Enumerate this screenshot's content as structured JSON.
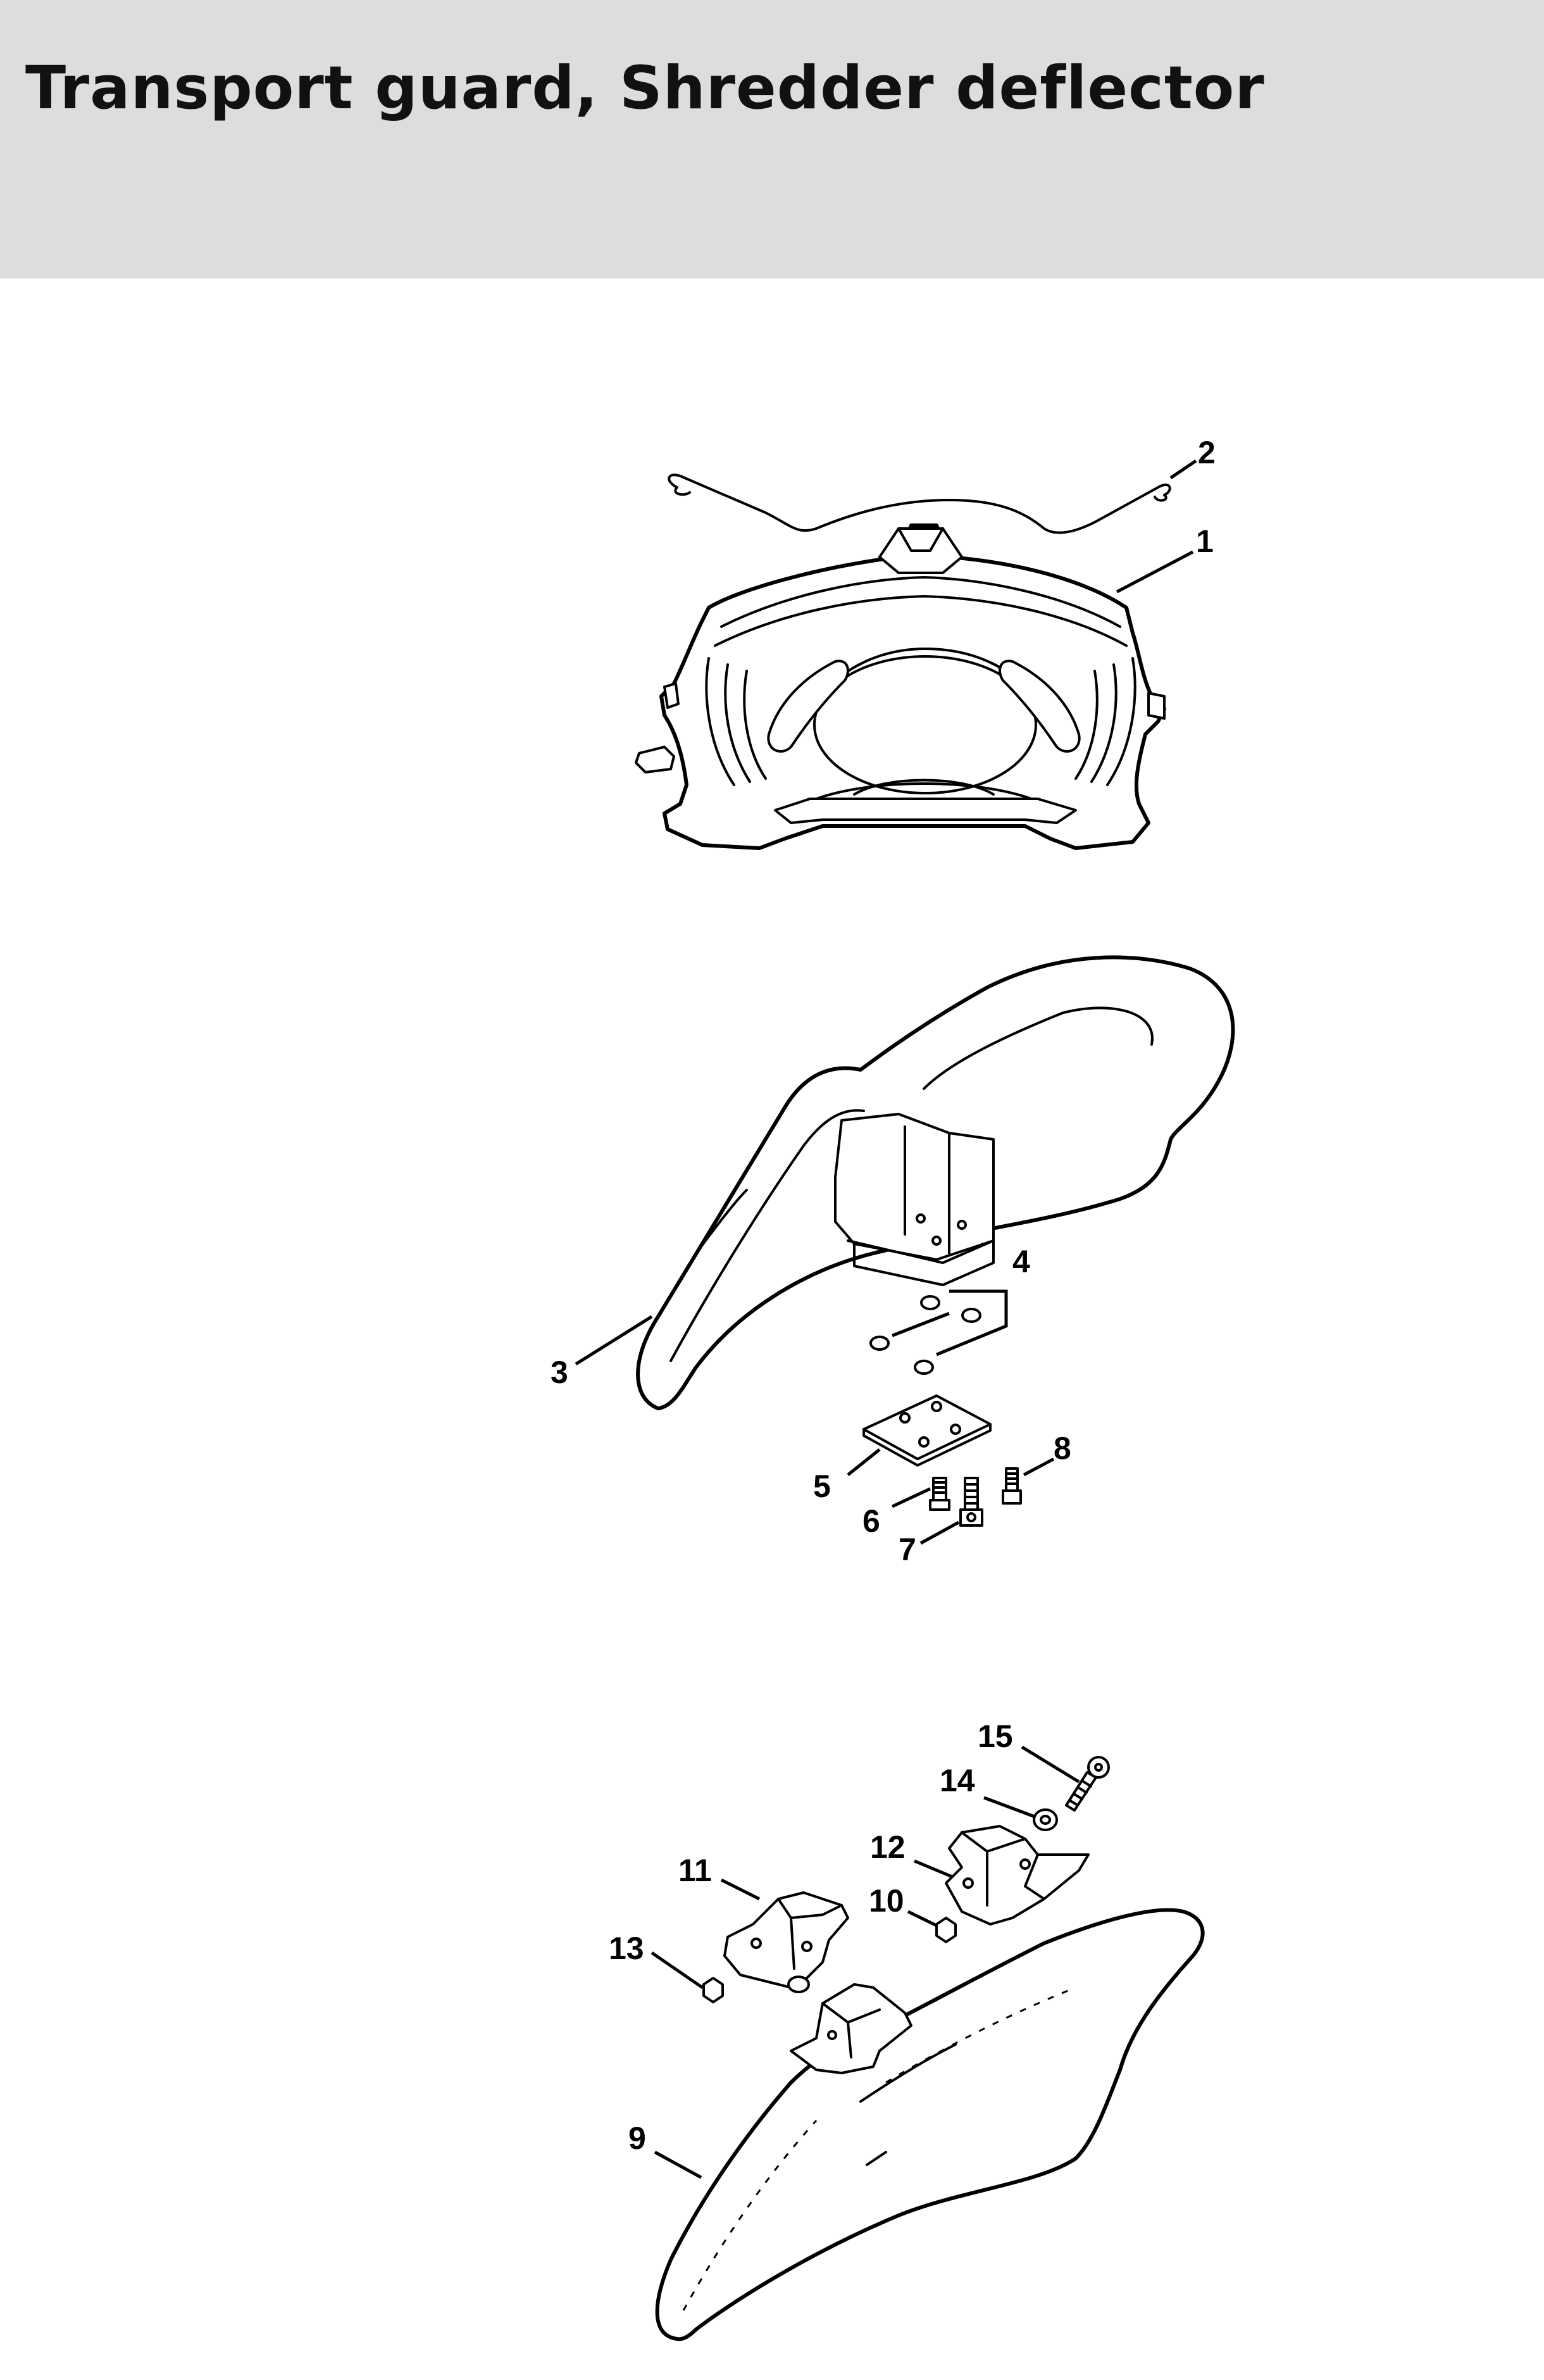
{
  "page": {
    "title": "Transport guard, Shredder deflector",
    "header_color": "#dcdddc"
  },
  "callouts": [
    {
      "id": "2",
      "label": "2"
    },
    {
      "id": "1",
      "label": "1"
    },
    {
      "id": "4",
      "label": "4"
    },
    {
      "id": "3",
      "label": "3"
    },
    {
      "id": "8",
      "label": "8"
    },
    {
      "id": "5",
      "label": "5"
    },
    {
      "id": "6",
      "label": "6"
    },
    {
      "id": "7",
      "label": "7"
    },
    {
      "id": "15",
      "label": "15"
    },
    {
      "id": "14",
      "label": "14"
    },
    {
      "id": "12",
      "label": "12"
    },
    {
      "id": "11",
      "label": "11"
    },
    {
      "id": "10",
      "label": "10"
    },
    {
      "id": "13",
      "label": "13"
    },
    {
      "id": "9",
      "label": "9"
    }
  ]
}
